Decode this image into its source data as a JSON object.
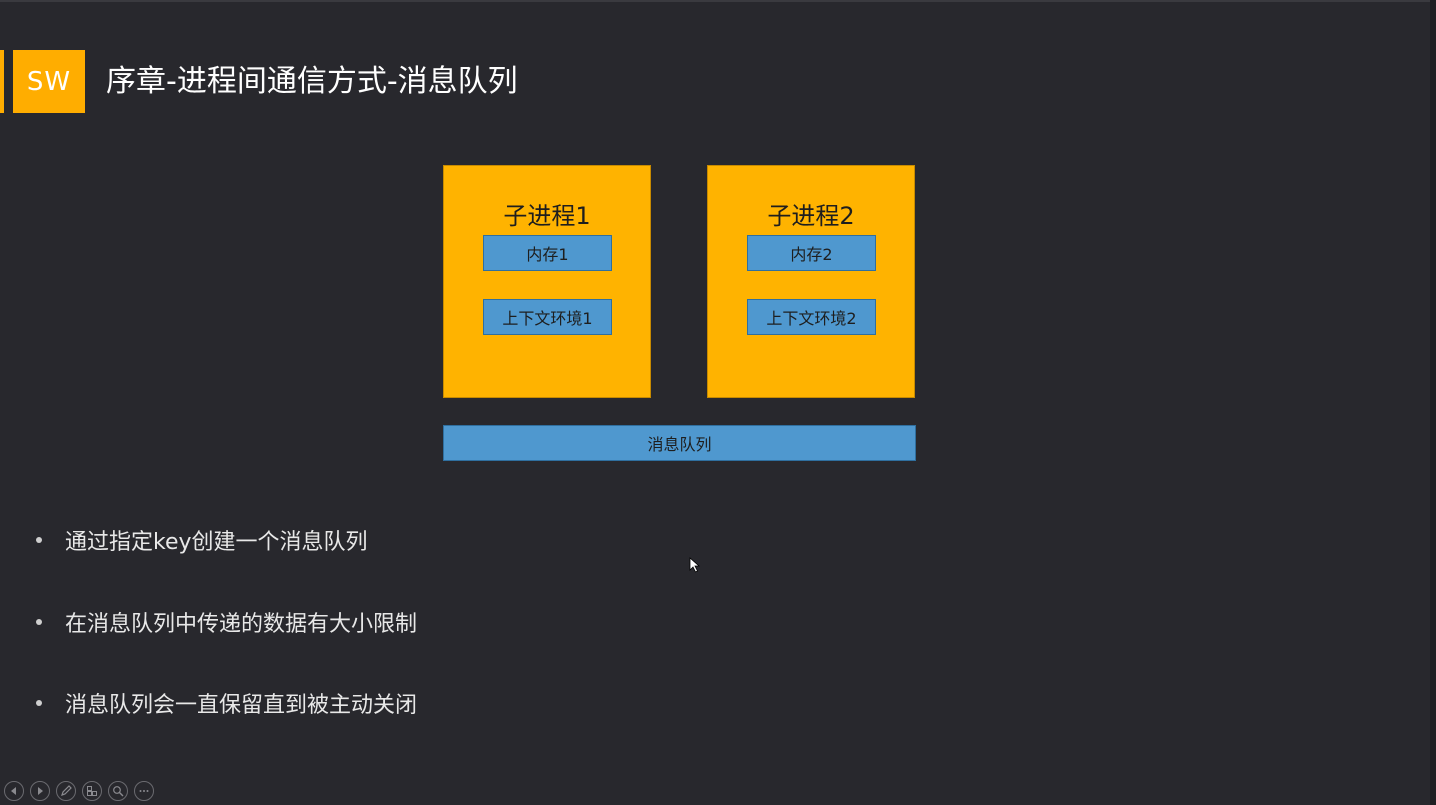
{
  "header": {
    "logo_text": "SW",
    "title": "序章-进程间通信方式-消息队列"
  },
  "diagram": {
    "processes": [
      {
        "title": "子进程1",
        "memory": "内存1",
        "context": "上下文环境1"
      },
      {
        "title": "子进程2",
        "memory": "内存2",
        "context": "上下文环境2"
      }
    ],
    "queue_label": "消息队列"
  },
  "bullets": [
    "通过指定key创建一个消息队列",
    "在消息队列中传递的数据有大小限制",
    "消息队列会一直保留直到被主动关闭"
  ],
  "controls": [
    {
      "icon": "previous-icon"
    },
    {
      "icon": "next-icon"
    },
    {
      "icon": "pen-icon"
    },
    {
      "icon": "slides-grid-icon"
    },
    {
      "icon": "zoom-icon"
    },
    {
      "icon": "more-options-icon"
    }
  ],
  "colors": {
    "background": "#28282d",
    "accent": "#ffad00",
    "process_fill": "#ffb300",
    "inner_fill": "#4f98cf"
  }
}
